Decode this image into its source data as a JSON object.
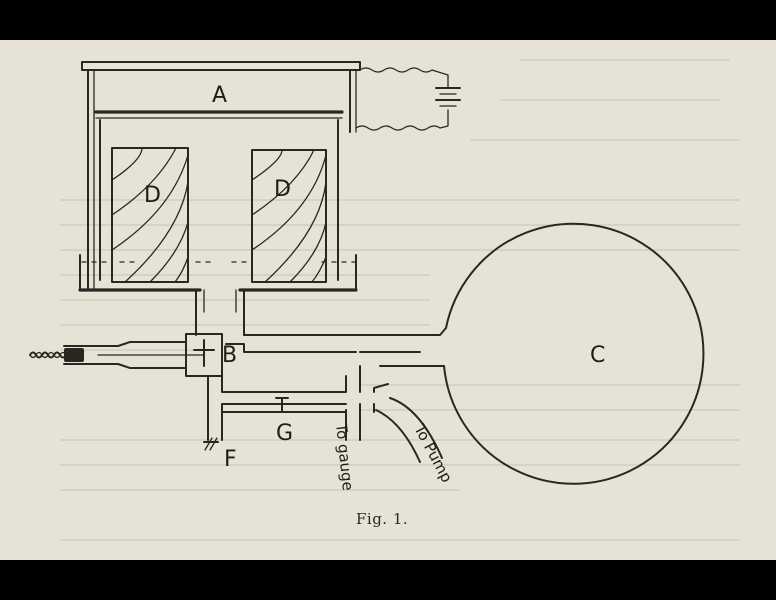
{
  "figure": {
    "caption": "Fig. 1.",
    "labels": {
      "A": "A",
      "B": "B",
      "C": "C",
      "D_left": "D",
      "D_right": "D",
      "F": "F",
      "G": "G",
      "to_gauge": "To gauge",
      "to_pump": "To Pump"
    }
  }
}
